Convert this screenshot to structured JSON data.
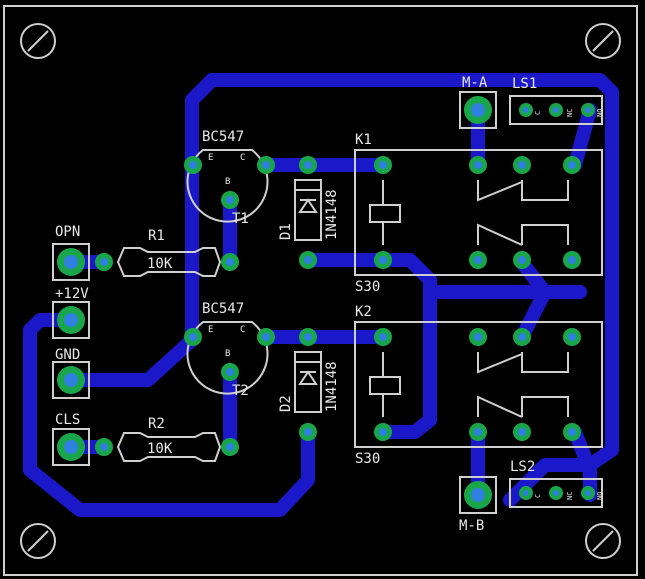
{
  "labels": {
    "opn": "OPN",
    "p12v": "+12V",
    "gnd": "GND",
    "cls": "CLS",
    "r1": "R1",
    "r1_value": "10K",
    "r2": "R2",
    "r2_value": "10K",
    "t1_part": "BC547",
    "t1": "T1",
    "t2_part": "BC547",
    "t2": "T2",
    "pin_e": "E",
    "pin_c": "C",
    "pin_b": "B",
    "d1": "D1",
    "d1_part": "1N4148",
    "d2": "D2",
    "d2_part": "1N4148",
    "k1": "K1",
    "k1_type": "S30",
    "k2": "K2",
    "k2_type": "S30",
    "ma": "M-A",
    "mb": "M-B",
    "ls1": "LS1",
    "ls2": "LS2",
    "pin_c_small": "C",
    "pin_nc": "NC",
    "pin_no": "NO"
  },
  "colors": {
    "board": "#000000",
    "copper_trace": "#1a18c8",
    "pad_ring": "#19a64a",
    "drill_hole": "#2f7fe0",
    "silkscreen": "#cfcfcf"
  }
}
